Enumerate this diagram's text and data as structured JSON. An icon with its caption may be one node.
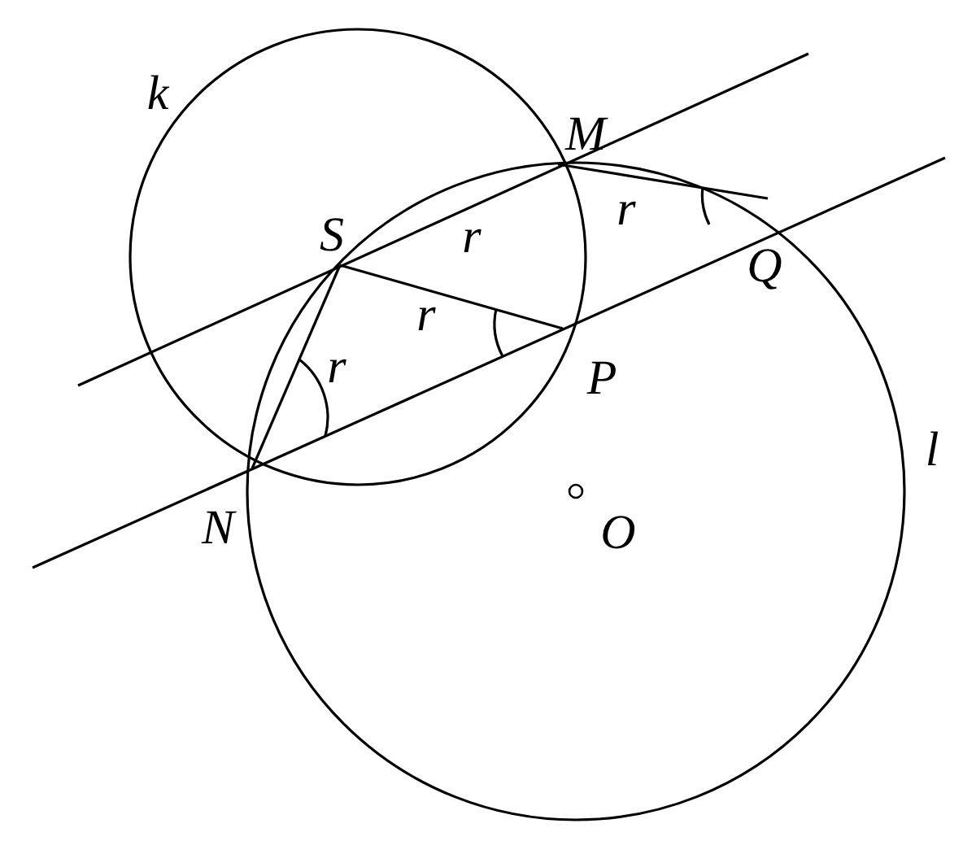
{
  "diagram": {
    "labels": [
      "k",
      "M",
      "S",
      "r",
      "r",
      "r",
      "Q",
      "r",
      "P",
      "N",
      "O",
      "l"
    ]
  }
}
